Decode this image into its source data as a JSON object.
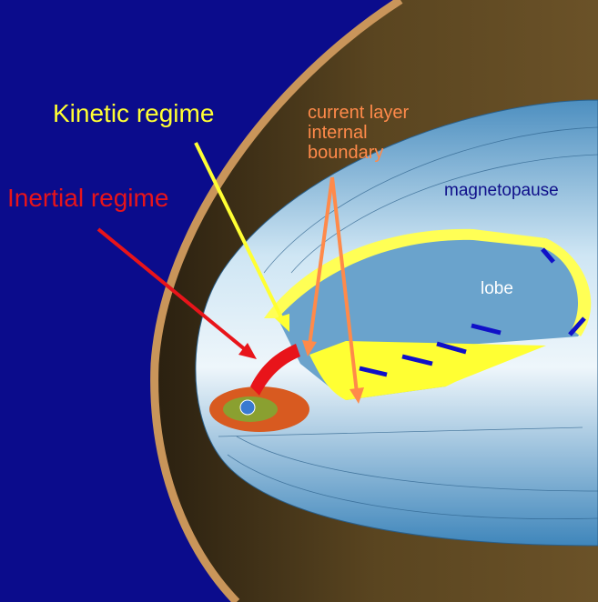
{
  "labels": {
    "kinetic_regime": "Kinetic regime",
    "inertial_regime": "Inertial regime",
    "current_layer": [
      "current layer",
      "internal",
      "boundary"
    ],
    "magnetopause": "magnetopause",
    "lobe": "lobe"
  },
  "colors": {
    "background": "#0b0c8c",
    "bow_shock": "#c9955a",
    "magnetosheath": "#4a3a1c",
    "magnetosphere": "#a9cde6",
    "current_sheet": "#ffff55",
    "kinetic": "#ffff33",
    "inertial": "#e8141a",
    "current_layer": "#ff8a4a",
    "flow_arrows": "#1010c8"
  }
}
